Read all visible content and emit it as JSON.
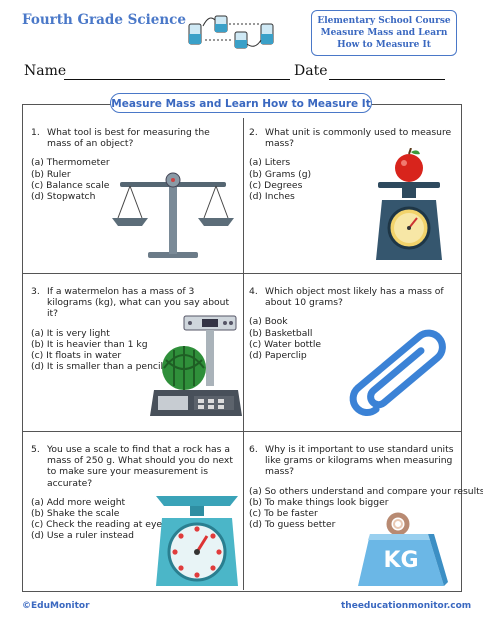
{
  "header": {
    "subject": "Fourth Grade Science",
    "course_lines": [
      "Elementary School Course",
      "Measure Mass and Learn",
      "How to Measure It"
    ]
  },
  "form": {
    "name_label": "Name",
    "date_label": "Date"
  },
  "worksheet_title": "Measure Mass and Learn How to Measure It",
  "questions": [
    {
      "num": "1.",
      "text": "What tool is best for measuring the mass of an object?",
      "options": [
        "(a) Thermometer",
        "(b) Ruler",
        "(c) Balance scale",
        "(d) Stopwatch"
      ]
    },
    {
      "num": "2.",
      "text": "What unit is commonly used to measure mass?",
      "options": [
        "(a) Liters",
        "(b) Grams (g)",
        "(c) Degrees",
        "(d) Inches"
      ]
    },
    {
      "num": "3.",
      "text": "If a watermelon has a mass of 3 kilograms (kg), what can you say about it?",
      "options": [
        "(a) It is very light",
        "(b) It is heavier than 1 kg",
        "(c) It floats in water",
        "(d) It is smaller than a pencil"
      ]
    },
    {
      "num": "4.",
      "text": "Which object most likely has a mass of about 10 grams?",
      "options": [
        "(a) Book",
        "(b) Basketball",
        "(c) Water bottle",
        "(d) Paperclip"
      ]
    },
    {
      "num": "5.",
      "text": "You use a scale to find that a rock has a mass of 250 g. What should you do next to make sure your measurement is accurate?",
      "options": [
        "(a) Add more weight",
        "(b) Shake the scale",
        "(c) Check the reading at eye level",
        "(d) Use a ruler instead"
      ]
    },
    {
      "num": "6.",
      "text": "Why is it important to use standard units like grams or kilograms when measuring mass?",
      "options": [
        "(a) So others understand and compare your results",
        "(b) To make things look bigger",
        "(c) To be faster",
        "(d) To guess better"
      ]
    }
  ],
  "weight_label": "KG",
  "footer": {
    "left": "©EduMonitor",
    "right": "theeducationmonitor.com"
  },
  "colors": {
    "accent": "#4a78c8",
    "border": "#555555"
  }
}
